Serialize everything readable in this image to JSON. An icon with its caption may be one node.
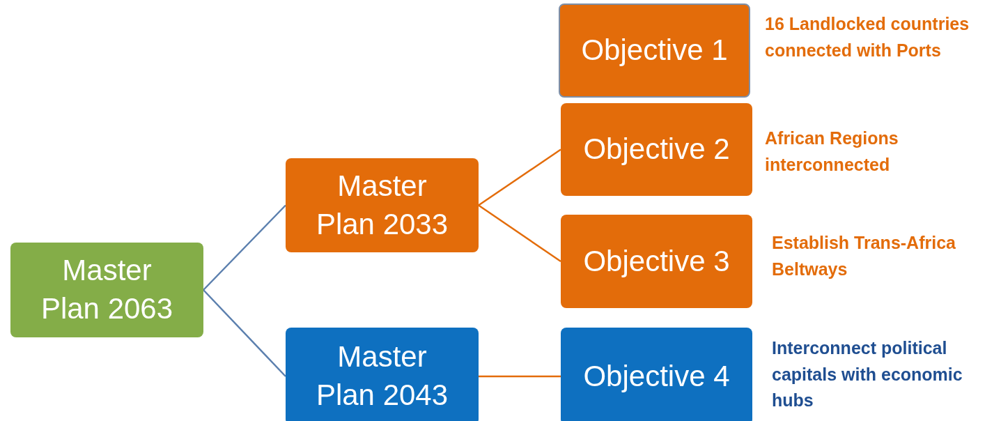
{
  "diagram": {
    "nodes": [
      {
        "text": [
          "Master Plan 2063"
        ]
      },
      {
        "text": [
          "Master Plan 2033"
        ]
      },
      {
        "text": [
          "Master Plan 2043"
        ]
      },
      {
        "text": [
          "Objective 1"
        ],
        "beside": [
          "16 Landlocked countries connected with Ports"
        ]
      },
      {
        "text": [
          "Objective 2"
        ],
        "beside": [
          "African Regions interconnected"
        ]
      },
      {
        "text": [
          "Objective 3"
        ],
        "beside": [
          "Establish Trans-Africa Beltways"
        ]
      },
      {
        "text": [
          "Objective 4"
        ],
        "beside": [
          "Interconnect political capitals with economic hubs"
        ]
      }
    ],
    "edges": [
      {
        "from": 0,
        "to": 1,
        "arrow": "none",
        "color": "#5b7fae"
      },
      {
        "from": 0,
        "to": 2,
        "arrow": "none",
        "color": "#5b7fae"
      },
      {
        "from": 1,
        "to": 4,
        "arrow": "none"
      },
      {
        "from": 1,
        "to": 5,
        "arrow": "none"
      },
      {
        "from": 2,
        "to": 6,
        "arrow": "none"
      }
    ]
  }
}
